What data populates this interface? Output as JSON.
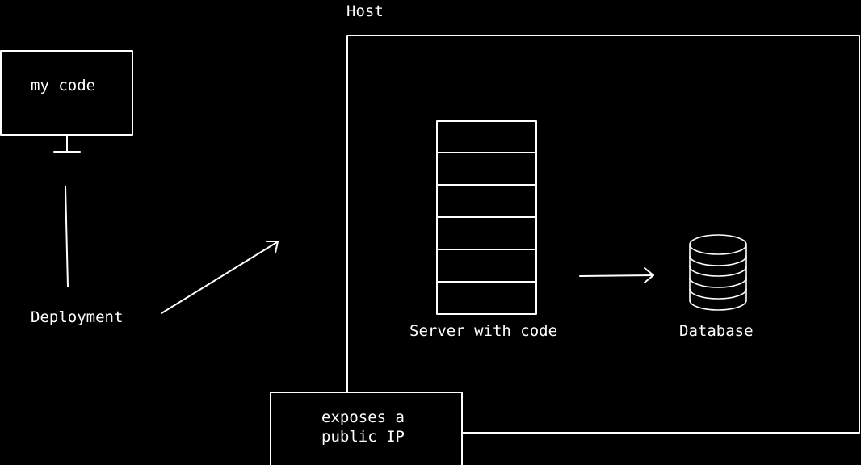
{
  "colors": {
    "background": "#000000",
    "stroke": "#ffffff",
    "text": "#ffffff"
  },
  "labels": {
    "host": "Host",
    "my_code": "my code",
    "deployment": "Deployment",
    "server": "Server with code",
    "database": "Database",
    "public_ip": "exposes a public IP"
  },
  "icons": {
    "monitor": "monitor-icon",
    "server": "server-rack-icon",
    "database": "database-icon"
  }
}
